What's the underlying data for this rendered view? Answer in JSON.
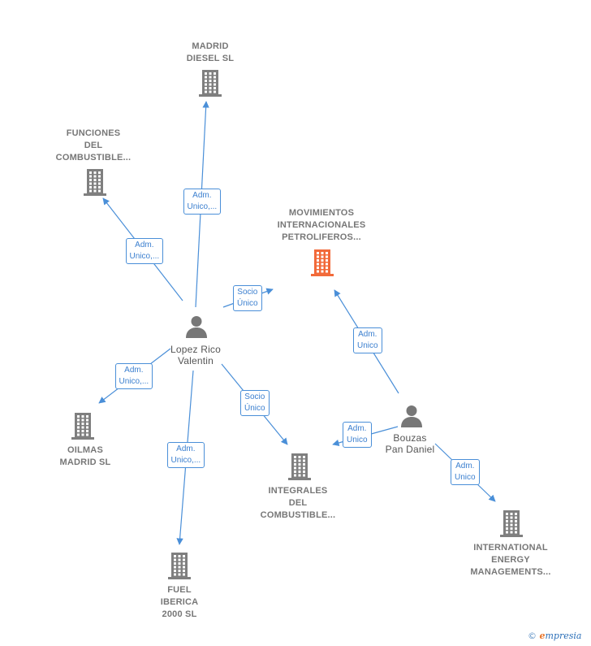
{
  "colors": {
    "building": "#7f7f7f",
    "highlight": "#f26a3a",
    "edge": "#4a8fd8",
    "person": "#777777"
  },
  "nodes": [
    {
      "id": "madrid_diesel",
      "type": "company",
      "lines": [
        "MADRID",
        "DIESEL  SL"
      ]
    },
    {
      "id": "funciones",
      "type": "company",
      "lines": [
        "FUNCIONES",
        "DEL",
        "COMBUSTIBLE..."
      ]
    },
    {
      "id": "movimientos",
      "type": "company",
      "highlight": true,
      "lines": [
        "MOVIMIENTOS",
        "INTERNACIONALES",
        "PETROLIFEROS..."
      ]
    },
    {
      "id": "lopez",
      "type": "person",
      "lines": [
        "Lopez Rico",
        "Valentin"
      ]
    },
    {
      "id": "bouzas",
      "type": "person",
      "lines": [
        "Bouzas",
        "Pan Daniel"
      ]
    },
    {
      "id": "oilmas",
      "type": "company",
      "lines": [
        "OILMAS",
        "MADRID  SL"
      ]
    },
    {
      "id": "integrales",
      "type": "company",
      "lines": [
        "INTEGRALES",
        "DEL",
        "COMBUSTIBLE..."
      ]
    },
    {
      "id": "fuel",
      "type": "company",
      "lines": [
        "FUEL",
        "IBERICA",
        "2000  SL"
      ]
    },
    {
      "id": "international",
      "type": "company",
      "lines": [
        "INTERNATIONAL",
        "ENERGY",
        "MANAGEMENTS..."
      ]
    }
  ],
  "edges": [
    {
      "from": "lopez",
      "to": "madrid_diesel",
      "label": [
        "Adm.",
        "Unico,..."
      ]
    },
    {
      "from": "lopez",
      "to": "funciones",
      "label": [
        "Adm.",
        "Unico,..."
      ]
    },
    {
      "from": "lopez",
      "to": "movimientos",
      "label": [
        "Socio",
        "Único"
      ]
    },
    {
      "from": "lopez",
      "to": "oilmas",
      "label": [
        "Adm.",
        "Unico,..."
      ]
    },
    {
      "from": "lopez",
      "to": "integrales",
      "label": [
        "Socio",
        "Único"
      ]
    },
    {
      "from": "lopez",
      "to": "fuel",
      "label": [
        "Adm.",
        "Unico,..."
      ]
    },
    {
      "from": "bouzas",
      "to": "movimientos",
      "label": [
        "Adm.",
        "Unico"
      ]
    },
    {
      "from": "bouzas",
      "to": "integrales",
      "label": [
        "Adm.",
        "Unico"
      ]
    },
    {
      "from": "bouzas",
      "to": "international",
      "label": [
        "Adm.",
        "Unico"
      ]
    }
  ],
  "footer": {
    "copyright": "©",
    "brand_initial": "e",
    "brand_rest": "mpresia"
  }
}
